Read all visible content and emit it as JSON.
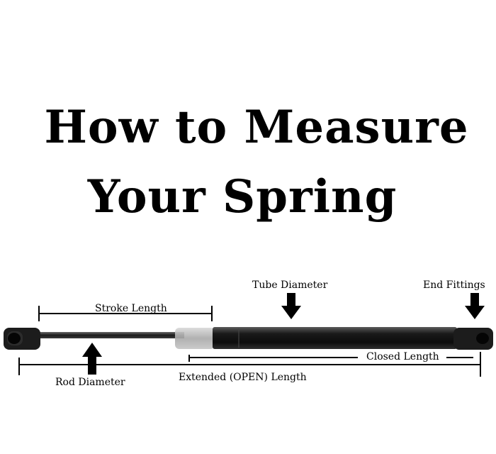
{
  "title": {
    "line1": "How to Measure",
    "line2": "Your Spring"
  },
  "labels": {
    "stroke_length": "Stroke Length",
    "tube_diameter": "Tube Diameter",
    "end_fittings": "End Fittings",
    "closed_length": "Closed Length",
    "rod_diameter": "Rod Diameter",
    "extended_length": "Extended (OPEN) Length"
  }
}
